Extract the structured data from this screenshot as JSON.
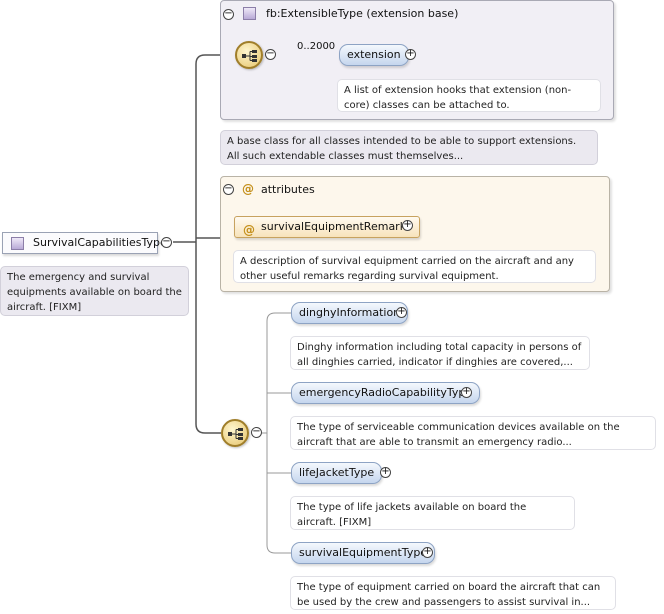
{
  "root": {
    "name": "SurvivalCapabilitiesType",
    "doc": "The emergency and survival equipments available on board the aircraft. [FIXM]"
  },
  "extension_group": {
    "title": "fb:ExtensibleType (extension base)",
    "multiplicity": "0..2000",
    "element": "extension",
    "element_doc": "A list of extension hooks that extension (non-core) classes can be attached to.",
    "base_doc": "A base class for all classes intended to be able to support extensions. All such extendable classes must themselves..."
  },
  "attributes_group": {
    "title": "attributes",
    "attribute": "survivalEquipmentRemarks",
    "attribute_doc": "A description of survival equipment carried on the aircraft and any other useful remarks regarding survival equipment."
  },
  "sequence": [
    {
      "name": "dinghyInformation",
      "doc": "Dinghy information including total capacity in persons of all dinghies carried, indicator if dinghies are covered,..."
    },
    {
      "name": "emergencyRadioCapabilityType",
      "doc": "The type of serviceable communication devices available on the aircraft that are able to transmit an emergency radio..."
    },
    {
      "name": "lifeJacketType",
      "doc": "The type of life jackets available on board the aircraft. [FIXM]"
    },
    {
      "name": "survivalEquipmentType",
      "doc": "The type of equipment carried on board the aircraft that can be used by the crew and passengers to assist survival in..."
    }
  ],
  "icons": {
    "expand": "plus-circle-icon",
    "collapse": "minus-circle-icon",
    "sequence": "sequence-compositor-icon",
    "attribute": "at-sign-icon",
    "type": "complex-type-icon"
  },
  "colors": {
    "element_fill": "#c5d6ee",
    "attribute_fill": "#f7e3bb",
    "group_fill": "#f1eff5",
    "compositor": "#e5c46c"
  }
}
